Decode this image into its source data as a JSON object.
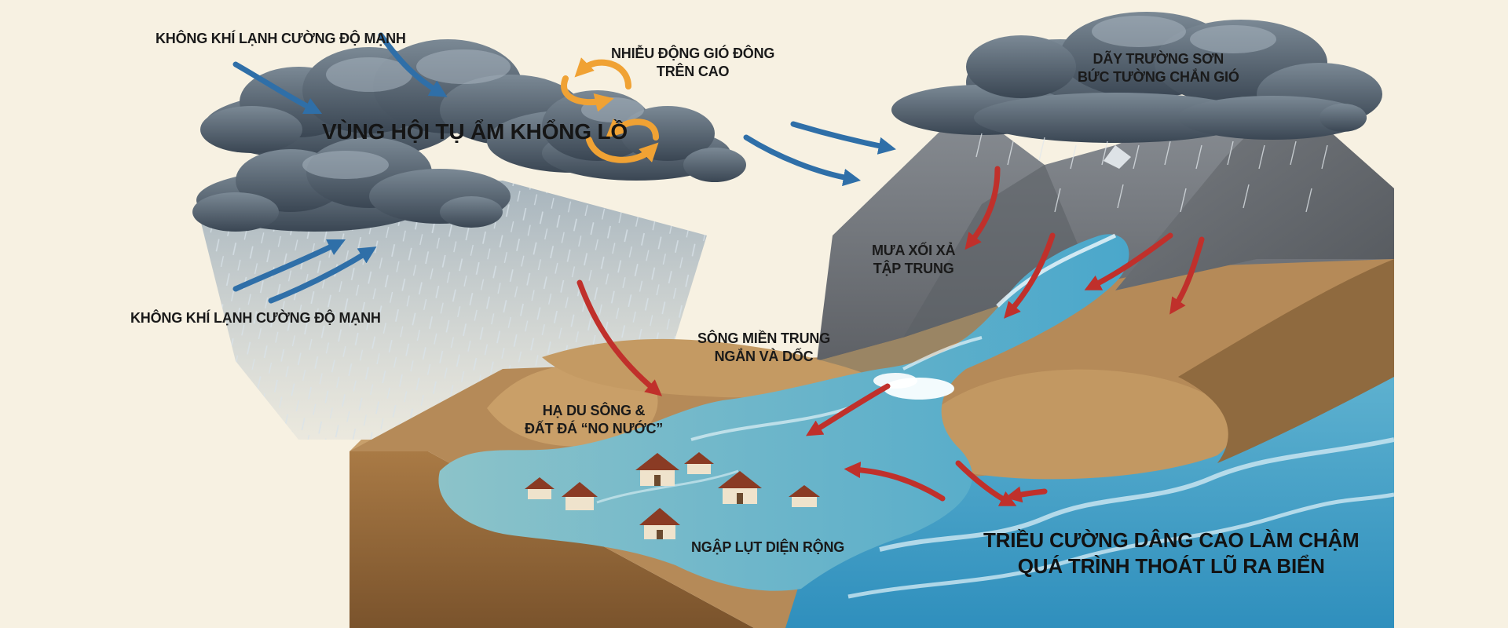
{
  "labels": {
    "cold_air_top": "KHÔNG KHÍ LẠNH CƯỜNG ĐỘ MẠNH",
    "cold_air_bottom": "KHÔNG KHÍ LẠNH CƯỜNG ĐỘ MẠNH",
    "convergence_zone": "VÙNG HỘI TỤ ẨM KHỔNG LỒ",
    "easterly_wave": [
      "NHIỄU ĐỘNG GIÓ ĐÔNG",
      "TRÊN CAO"
    ],
    "truong_son": [
      "DÃY TRƯỜNG SƠN",
      "BỨC TƯỜNG CHẮN GIÓ"
    ],
    "heavy_rain": [
      "MƯA XỐI XẢ",
      "TẬP TRUNG"
    ],
    "central_rivers": [
      "SÔNG MIỀN TRUNG",
      "NGẮN VÀ DỐC"
    ],
    "downstream": [
      "HẠ DU SÔNG &",
      "ĐẤT ĐÁ “NO NƯỚC”"
    ],
    "flooding": "NGẬP LỤT DIỆN RỘNG",
    "high_tide": [
      "TRIỀU CƯỜNG DÂNG CAO LÀM CHẬM",
      "QUÁ TRÌNH THOÁT LŨ RA BIỂN"
    ]
  },
  "colors": {
    "background": "#f7f1e2",
    "cloud_dark": "#3d4a57",
    "cloud_light": "#8c9aa7",
    "mountain": "#6f7378",
    "snow": "#e6e9ec",
    "land": "#b98e5c",
    "land_edge": "#8a6034",
    "water": "#6fb3cc",
    "sea": "#3d9bc2",
    "arrow_blue": "#2f6fa8",
    "arrow_red": "#c0302b",
    "arrow_orange": "#f0a234",
    "house_roof": "#8a3b24",
    "house_wall": "#efe3cc"
  }
}
